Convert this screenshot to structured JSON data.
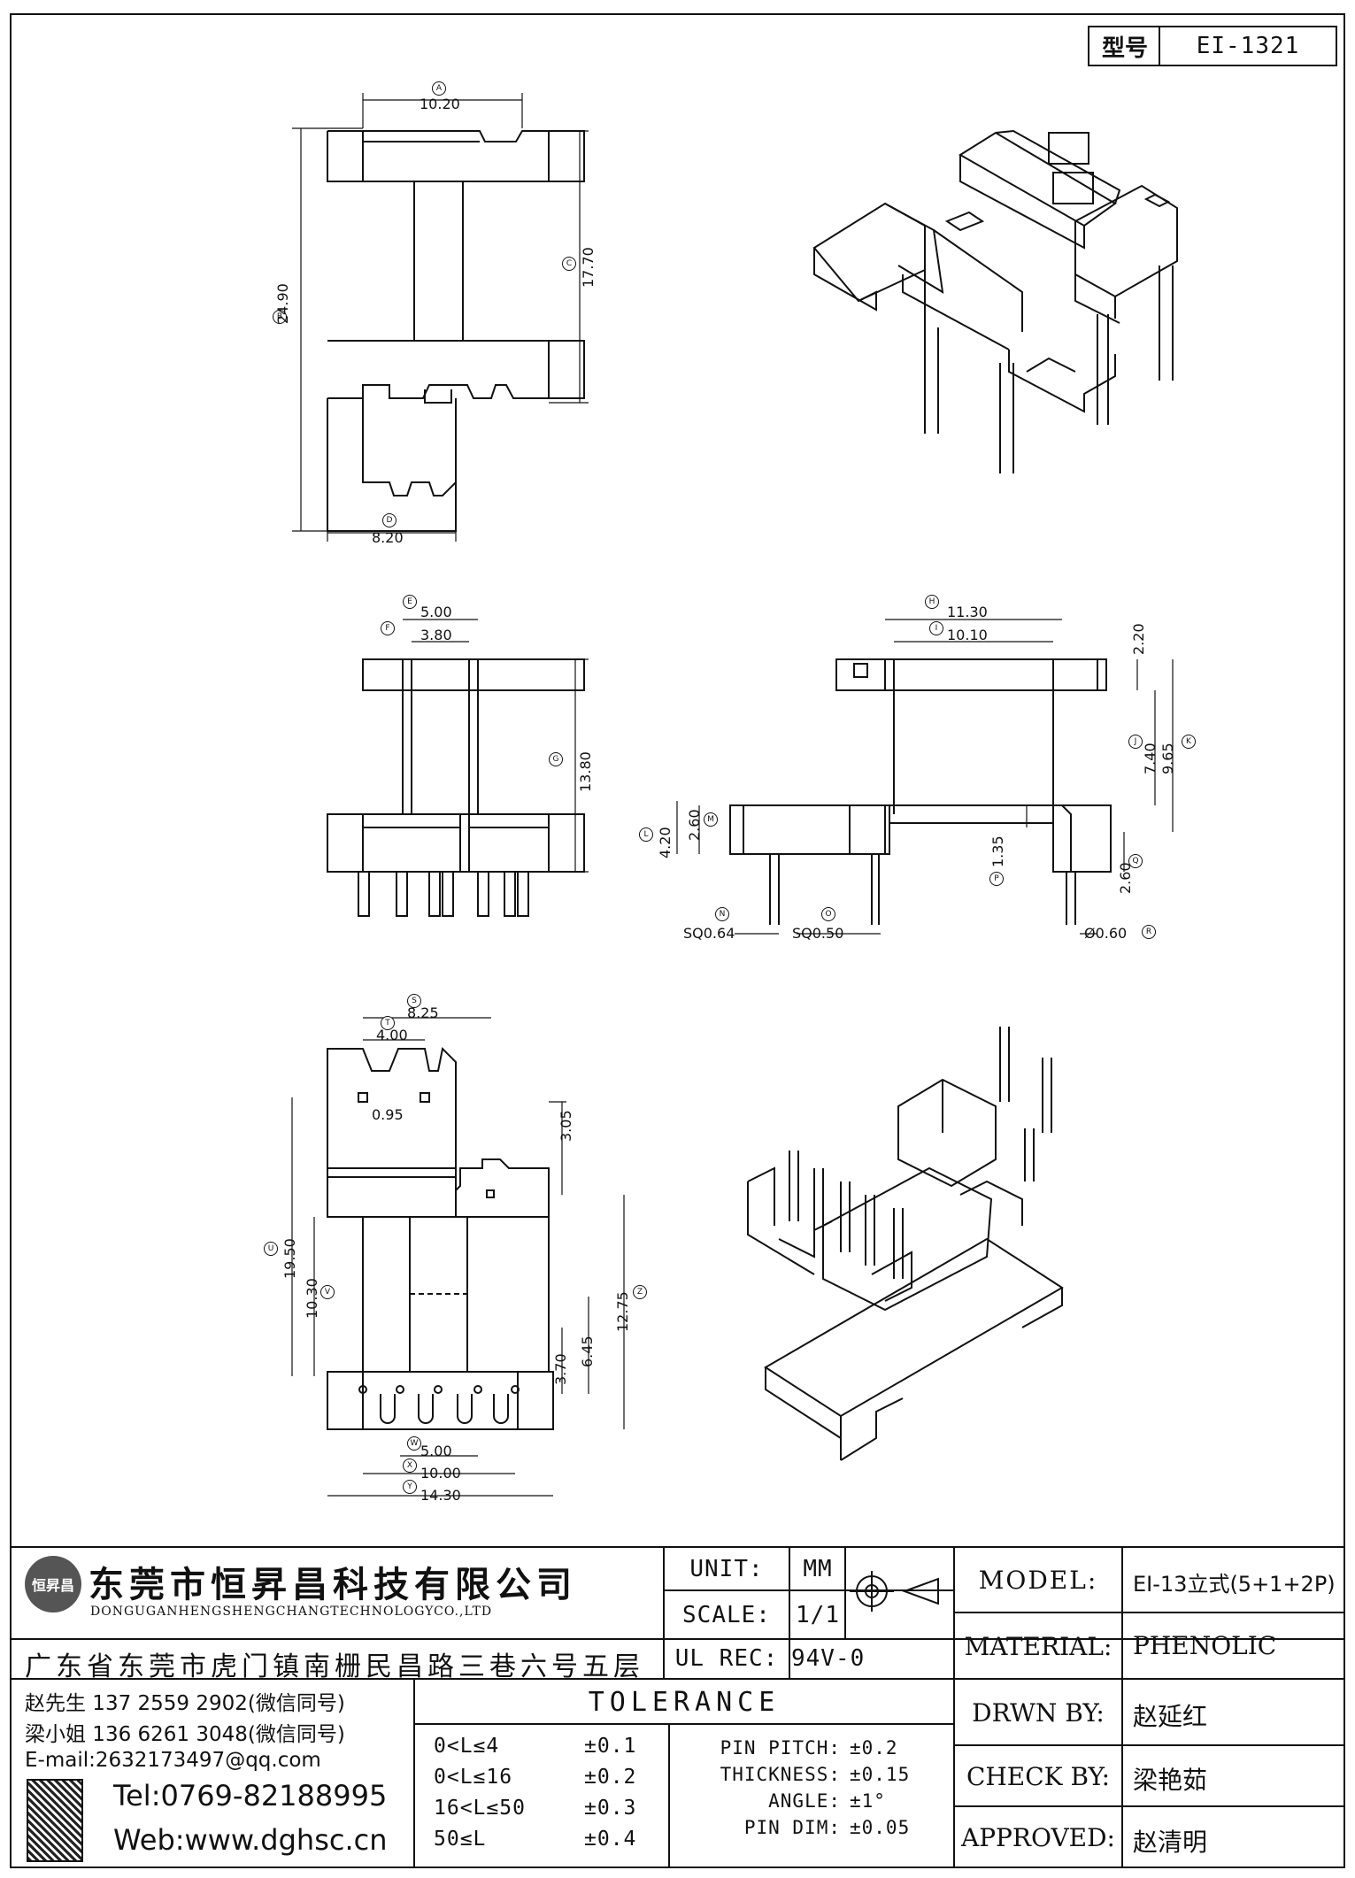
{
  "header": {
    "model_label": "型号",
    "model_value": "EI-1321"
  },
  "views": {
    "top": {
      "dims": [
        {
          "id": "A",
          "value": "10.20"
        },
        {
          "id": "B",
          "value": "24.90"
        },
        {
          "id": "C",
          "value": "17.70"
        },
        {
          "id": "D",
          "value": "8.20"
        }
      ]
    },
    "front": {
      "dims": [
        {
          "id": "E",
          "value": "5.00"
        },
        {
          "id": "F",
          "value": "3.80"
        },
        {
          "id": "G",
          "value": "13.80"
        }
      ]
    },
    "side": {
      "dims": [
        {
          "id": "H",
          "value": "11.30"
        },
        {
          "id": "I",
          "value": "10.10"
        },
        {
          "id": "J",
          "value": "7.40"
        },
        {
          "id": "K",
          "value": "9.65"
        },
        {
          "id": "L",
          "value": "4.20"
        },
        {
          "id": "M",
          "value": "2.60"
        },
        {
          "id": "N",
          "value": "SQ0.64"
        },
        {
          "id": "O",
          "value": "SQ0.50"
        },
        {
          "id": "P",
          "value": "1.35"
        },
        {
          "id": "Q",
          "value": "2.60"
        },
        {
          "id": "R",
          "value": "Ø0.60"
        },
        {
          "id": "",
          "value": "2.20"
        }
      ]
    },
    "bottom": {
      "dims": [
        {
          "id": "S",
          "value": "8.25"
        },
        {
          "id": "T",
          "value": "4.00"
        },
        {
          "id": "",
          "value": "0.95"
        },
        {
          "id": "",
          "value": "3.05"
        },
        {
          "id": "U",
          "value": "19.50"
        },
        {
          "id": "V",
          "value": "10.30"
        },
        {
          "id": "Z",
          "value": "12.75"
        },
        {
          "id": "",
          "value": "6.45"
        },
        {
          "id": "",
          "value": "3.70"
        },
        {
          "id": "W",
          "value": "5.00"
        },
        {
          "id": "X",
          "value": "10.00"
        },
        {
          "id": "Y",
          "value": "14.30"
        }
      ]
    }
  },
  "title_block": {
    "company_cn": "东莞市恒昇昌科技有限公司",
    "company_en": "DONGUGANHENGSHENGCHANGTECHNOLOGYCO.,LTD",
    "logo_text": "恒昇昌",
    "address": "广东省东莞市虎门镇南栅民昌路三巷六号五层",
    "contacts": [
      "赵先生 137 2559 2902(微信同号)",
      "梁小姐 136 6261 3048(微信同号)",
      "E-mail:2632173497@qq.com"
    ],
    "tel": "Tel:0769-82188995",
    "web": "Web:www.dghsc.cn",
    "unit_label": "UNIT:",
    "unit_value": "MM",
    "scale_label": "SCALE:",
    "scale_value": "1/1",
    "ulrec_label": "UL REC:",
    "ulrec_value": "94V-0",
    "tolerance_title": "TOLERANCE",
    "tolerance_rows": [
      {
        "range": "0<L≤4",
        "tol": "±0.1"
      },
      {
        "range": "0<L≤16",
        "tol": "±0.2"
      },
      {
        "range": "16<L≤50",
        "tol": "±0.3"
      },
      {
        "range": "50≤L",
        "tol": "±0.4"
      }
    ],
    "tolerance_misc": [
      {
        "label": "PIN PITCH:",
        "tol": "±0.2"
      },
      {
        "label": "THICKNESS:",
        "tol": "±0.15"
      },
      {
        "label": "ANGLE:",
        "tol": "±1°"
      },
      {
        "label": "PIN DIM:",
        "tol": "±0.05"
      }
    ],
    "model_label": "MODEL:",
    "model_value": "EI-13立式(5+1+2P)",
    "material_label": "MATERIAL:",
    "material_value": "PHENOLIC",
    "drwn_label": "DRWN BY:",
    "drwn_value": "赵延红",
    "check_label": "CHECK BY:",
    "check_value": "梁艳茹",
    "approved_label": "APPROVED:",
    "approved_value": "赵清明"
  }
}
